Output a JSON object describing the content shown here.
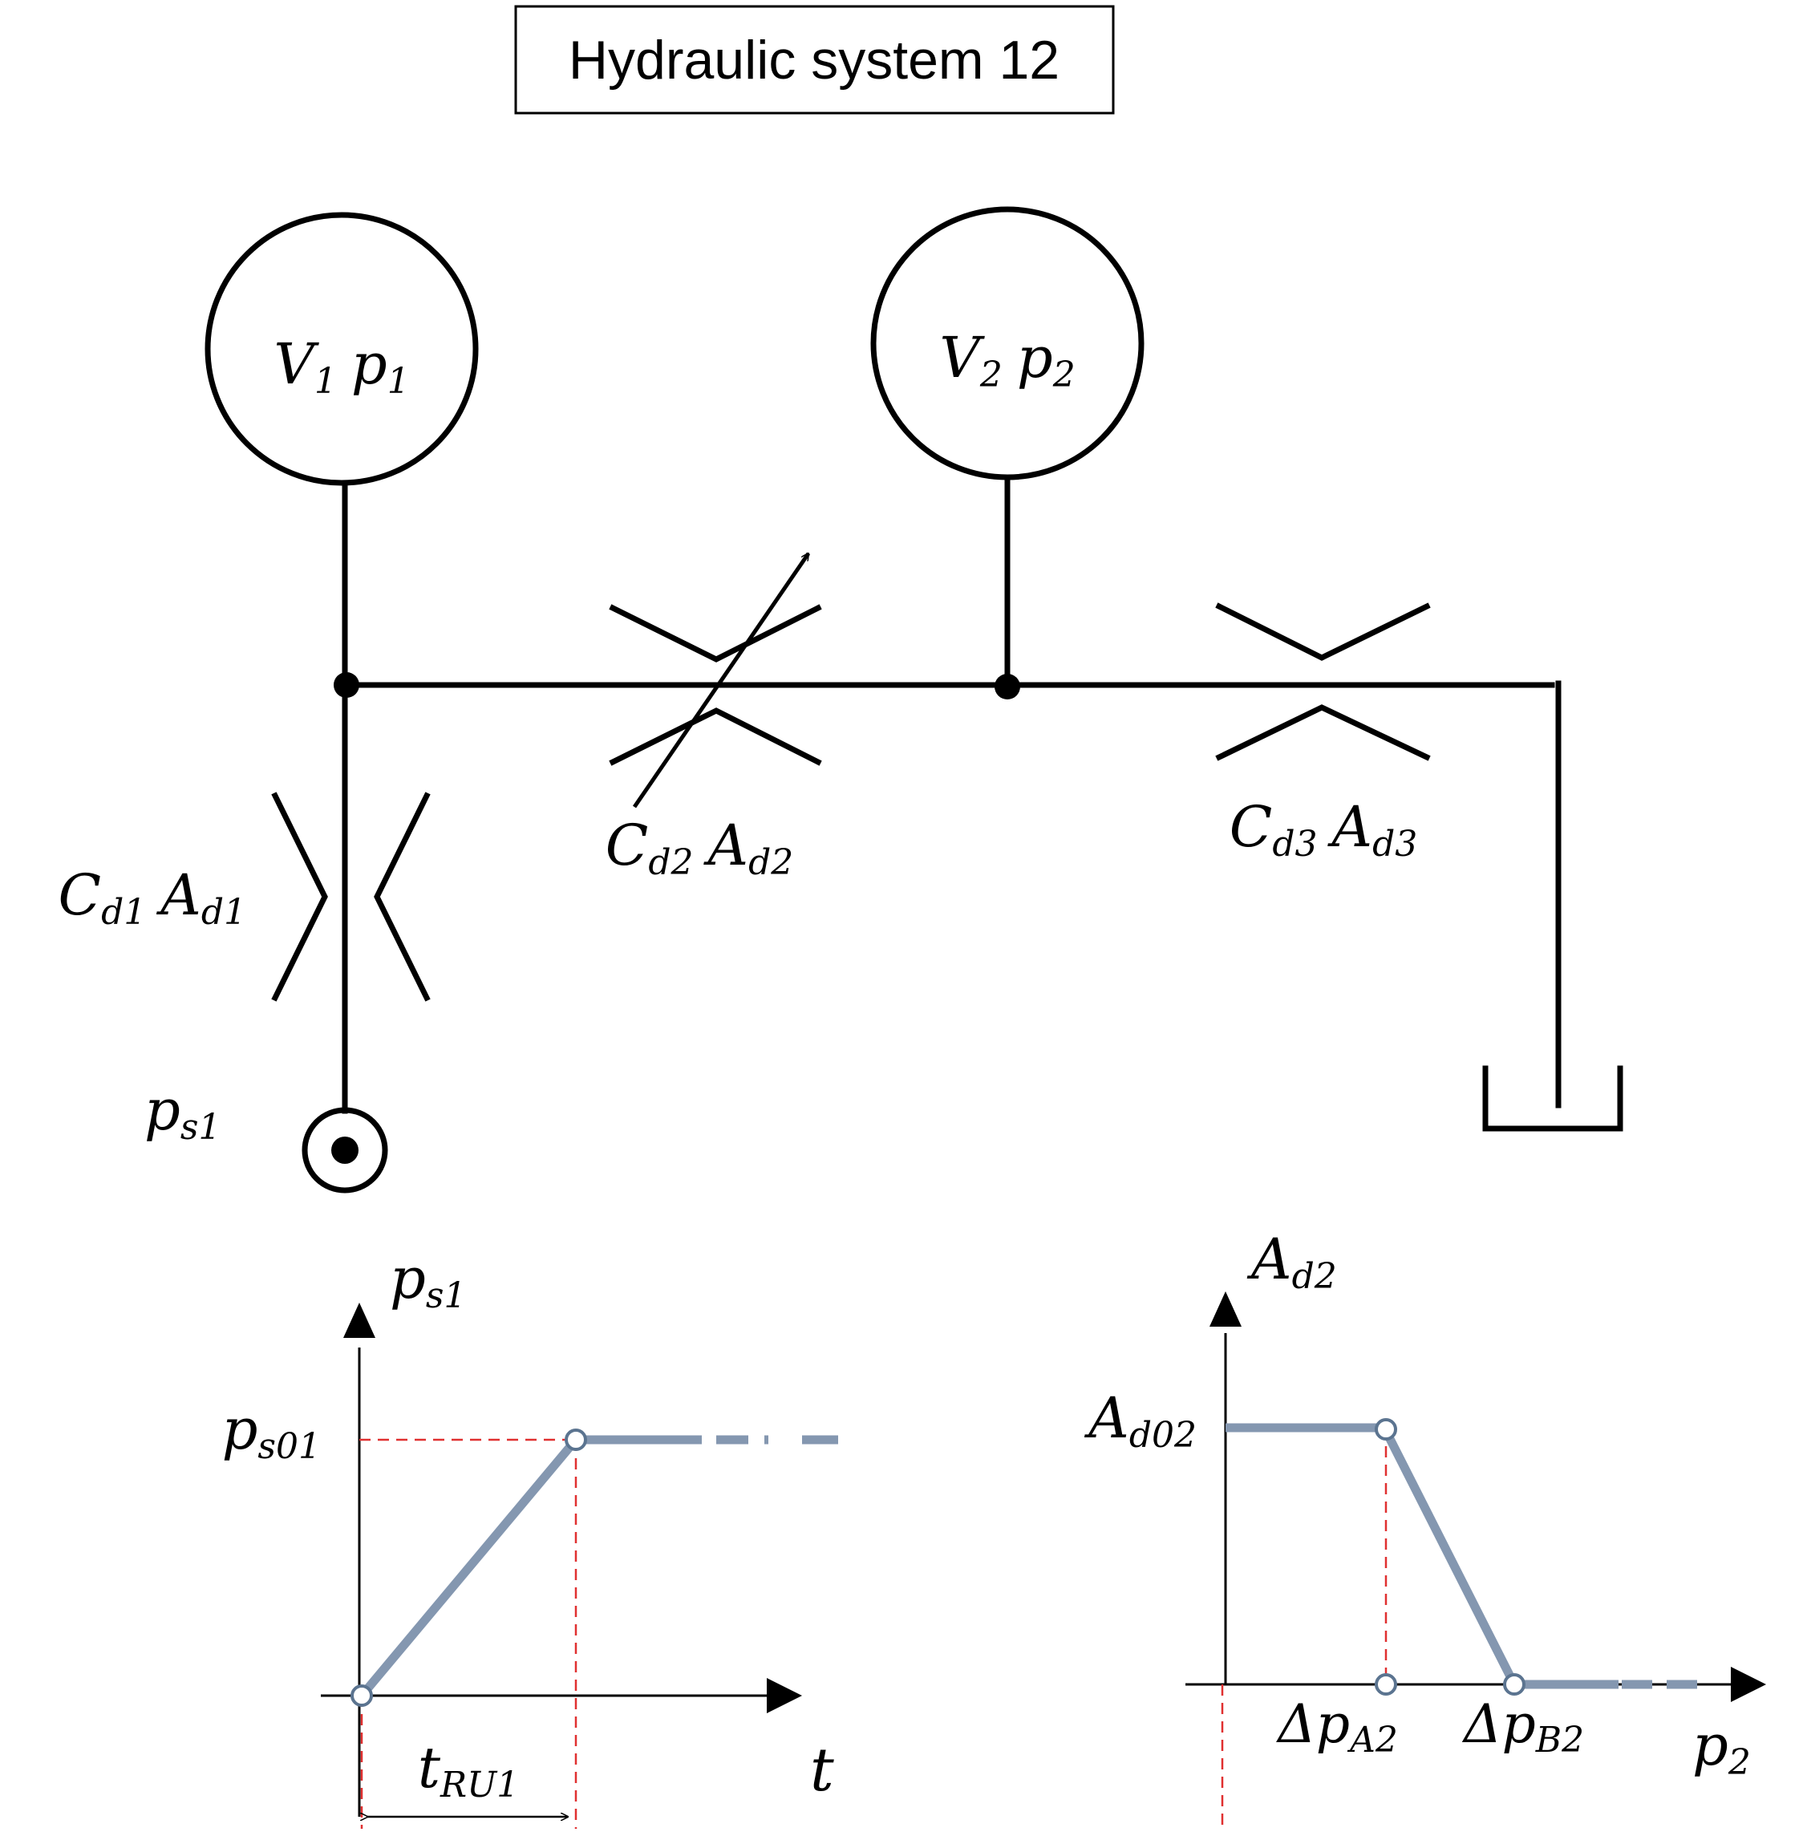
{
  "title": "Hydraulic system 12",
  "labels": {
    "v1": {
      "main": "V",
      "sub": "1",
      "p": "p",
      "psub": "1"
    },
    "v2": {
      "main": "V",
      "sub": "2",
      "p": "p",
      "psub": "2"
    },
    "cd1": {
      "c": "C",
      "csub": "d1",
      "a": "A",
      "asub": "d1"
    },
    "cd2": {
      "c": "C",
      "csub": "d2",
      "a": "A",
      "asub": "d2"
    },
    "cd3": {
      "c": "C",
      "csub": "d3",
      "a": "A",
      "asub": "d3"
    },
    "ps1": {
      "main": "p",
      "sub": "s1"
    }
  },
  "chart_data": [
    {
      "type": "line",
      "ylabel": {
        "main": "p",
        "sub": "s1"
      },
      "xlabel": "t",
      "points": [
        {
          "x": "0",
          "y": "0"
        },
        {
          "x": "t_RU1",
          "y": "p_s01"
        }
      ],
      "continuation": "dashed",
      "ytick": {
        "main": "p",
        "sub": "s01"
      },
      "interval": {
        "main": "t",
        "sub": "RU1"
      }
    },
    {
      "type": "line",
      "ylabel": {
        "main": "A",
        "sub": "d2"
      },
      "xlabel": {
        "main": "p",
        "sub": "2"
      },
      "points": [
        {
          "x": "0",
          "y": "A_d02"
        },
        {
          "x": "Δp_A2",
          "y": "A_d02"
        },
        {
          "x": "Δp_B2",
          "y": "0"
        }
      ],
      "continuation": "dashed",
      "ytick": {
        "main": "A",
        "sub": "d02"
      },
      "xticks": [
        {
          "main": "Δp",
          "sub": "A2"
        },
        {
          "main": "Δp",
          "sub": "B2"
        }
      ]
    }
  ]
}
